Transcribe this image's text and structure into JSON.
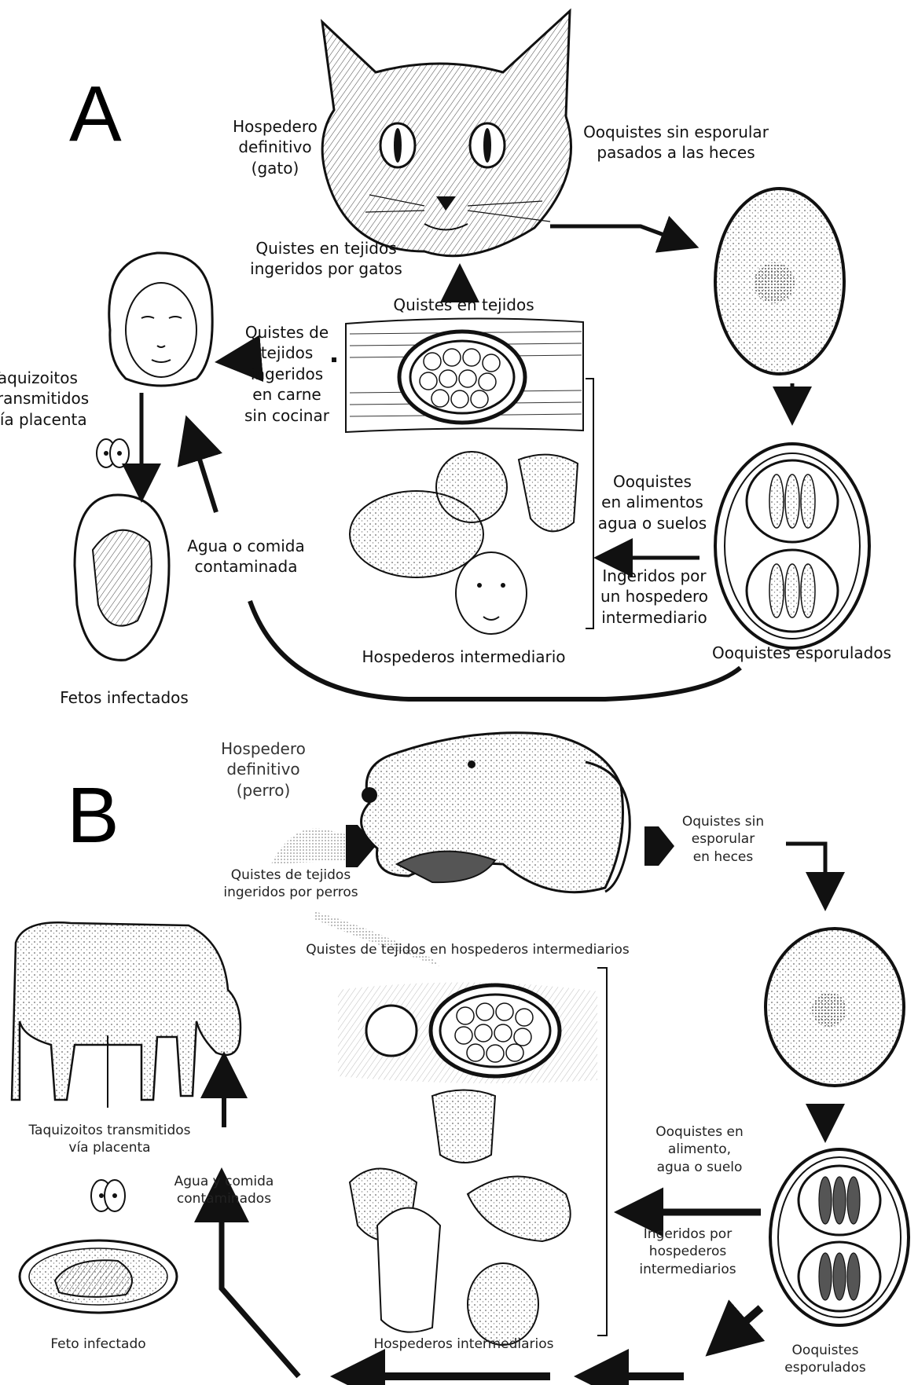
{
  "panel_a": {
    "letter": "A",
    "definitive_host": [
      "Hospedero",
      "definitivo",
      "(gato)"
    ],
    "unsporulated_oocysts": [
      "Ooquistes sin esporular",
      "pasados a las heces"
    ],
    "cysts_eaten_by_cats": [
      "Quistes en tejidos",
      "ingeridos por gatos"
    ],
    "tissue_cysts": "Quistes en tejidos",
    "cysts_in_raw_meat": [
      "Quistes de",
      "tejidos",
      "ingeridos",
      "en carne",
      "sin cocinar"
    ],
    "tachyzoites": [
      "Taquizoitos",
      "transmitidos",
      "vía placenta"
    ],
    "contaminated_water_food": [
      "Agua o comida",
      "contaminada"
    ],
    "infected_fetuses": "Fetos infectados",
    "intermediate_hosts": "Hospederos intermediario",
    "oocysts_in_food": [
      "Ooquistes",
      "en alimentos",
      "agua o suelos"
    ],
    "ingested_by_intermediate": [
      "Ingeridos por",
      "un hospedero",
      "intermediario"
    ],
    "sporulated_oocysts": "Ooquistes esporulados"
  },
  "panel_b": {
    "letter": "B",
    "definitive_host": [
      "Hospedero",
      "definitivo",
      "(perro)"
    ],
    "unsporulated_oocysts": [
      "Oquistes sin",
      "esporular",
      "en heces"
    ],
    "cysts_eaten_by_dogs": [
      "Quistes de tejidos",
      "ingeridos por perros"
    ],
    "tissue_cysts_intermediate": "Quistes de tejidos en hospederos intermediarios",
    "tachyzoites": [
      "Taquizoitos transmitidos",
      "vía placenta"
    ],
    "contaminated_water_food": [
      "Agua y comida",
      "contaminados"
    ],
    "infected_fetus": "Feto infectado",
    "intermediate_hosts": "Hospederos intermediarios",
    "oocysts_in_food": [
      "Ooquistes en",
      "alimento,",
      "agua o suelo"
    ],
    "ingested_by_intermediates": [
      "Ingeridos por",
      "hospederos",
      "intermediarios"
    ],
    "sporulated_oocysts": [
      "Ooquistes",
      "esporulados"
    ]
  }
}
